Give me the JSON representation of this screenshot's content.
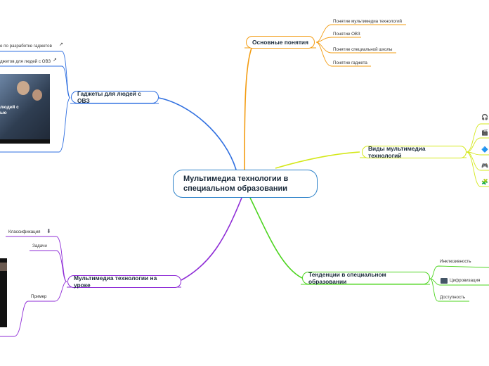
{
  "center": {
    "title_line1": "Мультимедиа технологии в",
    "title_line2": "специальном образовании"
  },
  "branches": {
    "basic": {
      "label": "Основные понятия",
      "color": "#f39c12",
      "leaves": [
        "Понятие мультимедиа технологий",
        "Понятие ОВЗ",
        "Понятие специальной школы",
        "Понятие гаджета"
      ]
    },
    "types": {
      "label": "Виды мультимедиа технологий",
      "color": "#d4e81a",
      "icons": [
        "headphones-icon",
        "clapperboard-icon",
        "color-cubes-icon",
        "gamepad-icon",
        "puzzle-icon"
      ],
      "glyphs": [
        "🎧",
        "🎬",
        "🔷",
        "🎮",
        "🧩"
      ]
    },
    "trends": {
      "label": "Тенденции в специальном образовании",
      "color": "#4cd41e",
      "leaves": [
        "Инклюзивность",
        "Цифровизация",
        "Доступность"
      ]
    },
    "gadgets": {
      "label": "Гаджеты для людей с ОВЗ",
      "color": "#2f6fe0",
      "links": [
        "е по разработке гаджетов",
        "джетов для людей с ОВЗ"
      ],
      "photo_caption_line1": "людей с",
      "photo_caption_line2": "ью"
    },
    "lesson": {
      "label": "Мультимедиа технологии на уроке",
      "color": "#8e2bd6",
      "leaves": [
        "Классификация",
        "Задачи",
        "Пример"
      ]
    }
  },
  "icons": {
    "external_link": "external-link-icon",
    "download": "arrow-down-icon",
    "monitor": "monitor-icon"
  }
}
